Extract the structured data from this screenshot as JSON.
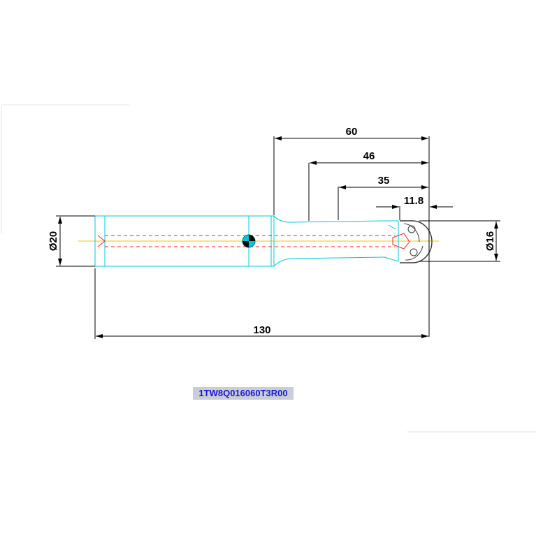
{
  "dimensions": {
    "d60": "60",
    "d46": "46",
    "d35": "35",
    "d11_8": "11.8",
    "d130": "130",
    "dia20": "Ø20",
    "dia16": "Ø16"
  },
  "part_number": "1TW8Q016060T3R00",
  "colors": {
    "outline": "#00c8d8",
    "centerline": "#e8c800",
    "hidden": "#ff2020",
    "dimension": "#000000",
    "tool_body": "#3a3a3a"
  }
}
